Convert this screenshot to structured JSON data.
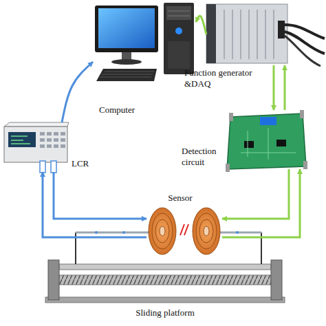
{
  "diagram": {
    "nodes": [
      {
        "text": [
          "Computer"
        ]
      },
      {
        "text": [
          "Function generator &DAQ"
        ]
      },
      {
        "text": [
          "LCR"
        ]
      },
      {
        "text": [
          "Detection circuit"
        ]
      },
      {
        "text": [
          "Sensor"
        ]
      },
      {
        "text": [
          "Sliding platform"
        ]
      }
    ],
    "edges": [
      {
        "from": 2,
        "to": 0,
        "arrow": "to"
      },
      {
        "from": 1,
        "to": 0,
        "arrow": "to"
      },
      {
        "from": 2,
        "to": 4,
        "arrow": "to"
      },
      {
        "from": 4,
        "to": 2,
        "arrow": "to"
      },
      {
        "from": 1,
        "to": 3,
        "arrow": "to"
      },
      {
        "from": 3,
        "to": 1,
        "arrow": "to"
      },
      {
        "from": 3,
        "to": 4,
        "arrow": "to"
      },
      {
        "from": 4,
        "to": 3,
        "arrow": "to"
      }
    ]
  }
}
